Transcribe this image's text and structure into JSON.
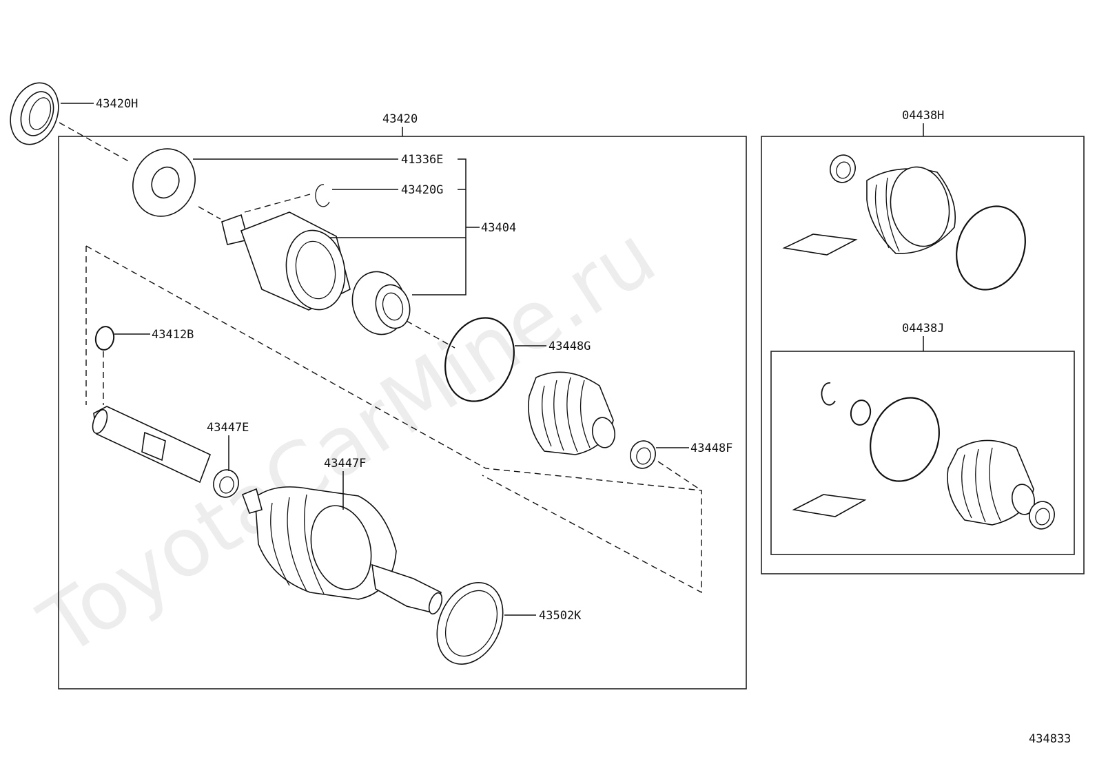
{
  "watermark": "ToyotaCarMine.ru",
  "diagram_id": "434833",
  "groups": {
    "main_assembly": "43420",
    "inner_joint": "43404",
    "boot_kit_outer": "04438H",
    "boot_kit_inner": "04438J"
  },
  "parts": {
    "seal_outer": "43420H",
    "washer": "41336E",
    "snap_ring_upper": "43420G",
    "snap_ring_shaft": "43412B",
    "band_large": "43448G",
    "band_small": "43448F",
    "clamp_small": "43447E",
    "clamp_large": "43447F",
    "dust_seal": "43502K"
  }
}
